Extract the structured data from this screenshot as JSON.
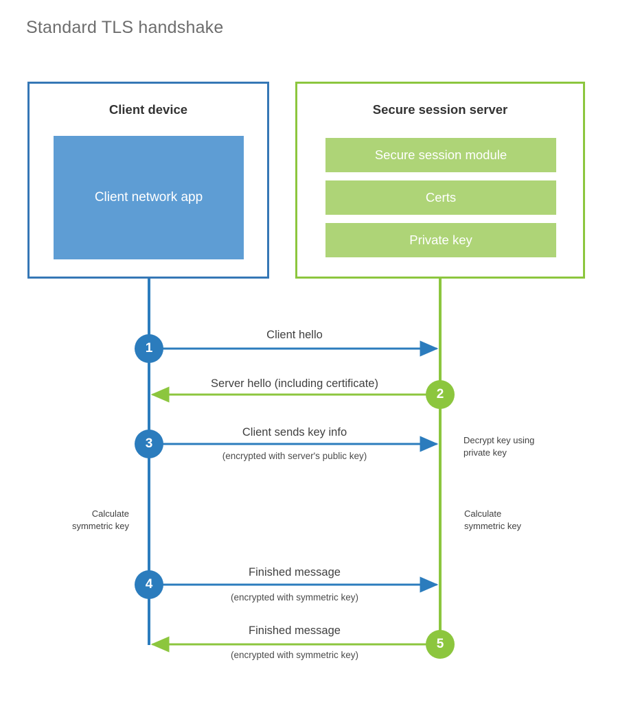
{
  "title": "Standard TLS handshake",
  "colors": {
    "client_accent": "#2b7cbd",
    "client_border": "#3577b5",
    "client_fill": "#5e9dd4",
    "server_accent": "#8cc63e",
    "server_fill": "#aed477",
    "title_text": "#6d6d6d",
    "body_text": "#3f3f3f",
    "background": "#ffffff"
  },
  "client": {
    "title": "Client device",
    "app_label": "Client network app"
  },
  "server": {
    "title": "Secure session server",
    "components": [
      {
        "label": "Secure session module"
      },
      {
        "label": "Certs"
      },
      {
        "label": "Private key"
      }
    ]
  },
  "steps": [
    {
      "number": "1",
      "label": "Client hello",
      "sublabel": "",
      "direction": "client-to-server",
      "color": "#2b7cbd"
    },
    {
      "number": "2",
      "label": "Server hello (including certificate)",
      "sublabel": "",
      "direction": "server-to-client",
      "color": "#8cc63e"
    },
    {
      "number": "3",
      "label": "Client sends key info",
      "sublabel": "(encrypted with server's public key)",
      "direction": "client-to-server",
      "color": "#2b7cbd"
    },
    {
      "number": "4",
      "label": "Finished message",
      "sublabel": "(encrypted with symmetric key)",
      "direction": "client-to-server",
      "color": "#2b7cbd"
    },
    {
      "number": "5",
      "label": "Finished message",
      "sublabel": "(encrypted with symmetric key)",
      "direction": "server-to-client",
      "color": "#8cc63e"
    }
  ],
  "notes": {
    "server_decrypt": "Decrypt key using\nprivate key",
    "server_decrypt_line1": "Decrypt key using",
    "server_decrypt_line2": "private key",
    "client_calculate_line1": "Calculate",
    "client_calculate_line2": "symmetric key",
    "server_calculate_line1": "Calculate",
    "server_calculate_line2": "symmetric key"
  }
}
